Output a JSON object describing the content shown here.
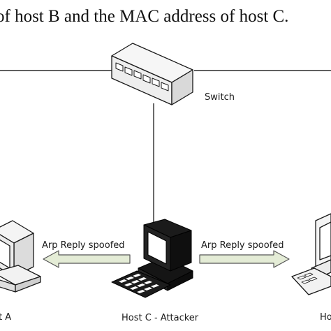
{
  "caption": {
    "cut_line": "of host B and the MAC address of host C."
  },
  "devices": {
    "switch_label": "Switch",
    "host_a_label": "t A",
    "host_c_label": "Host C - Attacker",
    "host_b_label": "Ho"
  },
  "arrows": {
    "left_label": "Arp Reply spoofed",
    "right_label": "Arp Reply spoofed"
  },
  "colors": {
    "arrow_fill": "#e4ecd6",
    "arrow_stroke": "#555555",
    "line": "#2b2b2b",
    "device_dark": "#151515",
    "device_light": "#f4f4f4"
  }
}
